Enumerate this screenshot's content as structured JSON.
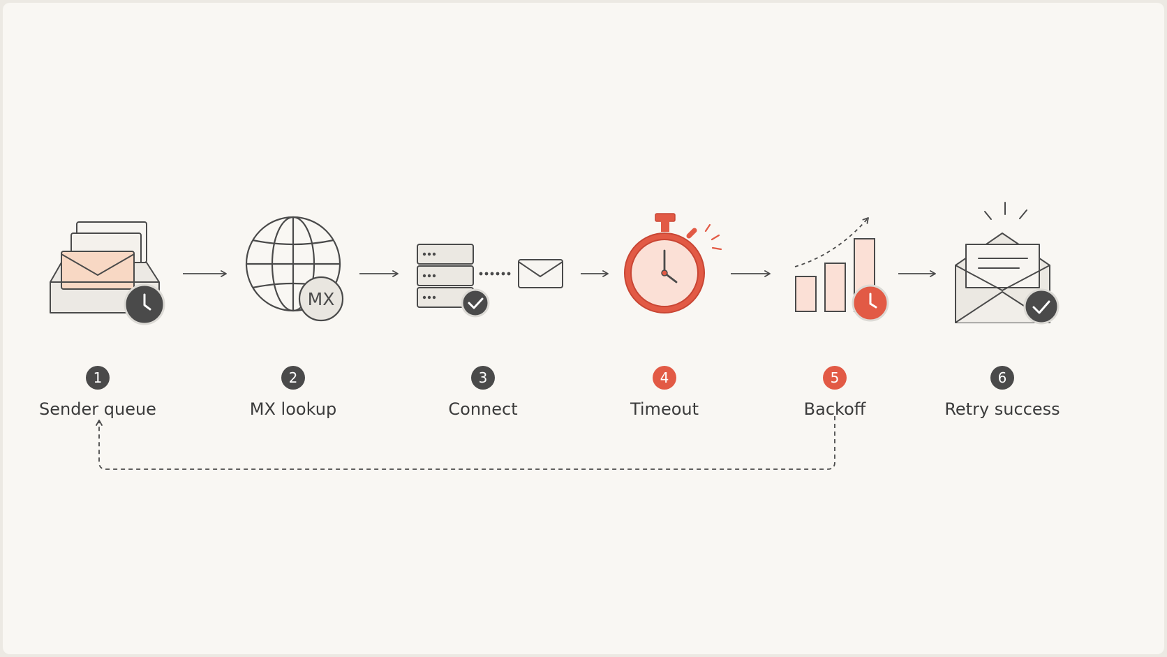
{
  "colors": {
    "background": "#f9f7f3",
    "ink": "#4a4a4a",
    "badge_dark": "#4a4a4a",
    "accent_red": "#e25a45",
    "peach": "#f8d8c4"
  },
  "steps": [
    {
      "number": "1",
      "label": "Sender queue",
      "icon": "inbox-tray-clock-icon",
      "badge_color": "#4a4a4a"
    },
    {
      "number": "2",
      "label": "MX lookup",
      "icon": "globe-mx-icon",
      "badge_color": "#4a4a4a"
    },
    {
      "number": "3",
      "label": "Connect",
      "icon": "server-envelope-icon",
      "badge_color": "#4a4a4a"
    },
    {
      "number": "4",
      "label": "Timeout",
      "icon": "stopwatch-icon",
      "badge_color": "#e25a45"
    },
    {
      "number": "5",
      "label": "Backoff",
      "icon": "bar-chart-clock-icon",
      "badge_color": "#e25a45"
    },
    {
      "number": "6",
      "label": "Retry success",
      "icon": "open-envelope-check-icon",
      "badge_color": "#4a4a4a"
    }
  ],
  "globe_badge_text": "MX",
  "loop_back": {
    "from": "5",
    "to": "1",
    "style": "dashed"
  }
}
